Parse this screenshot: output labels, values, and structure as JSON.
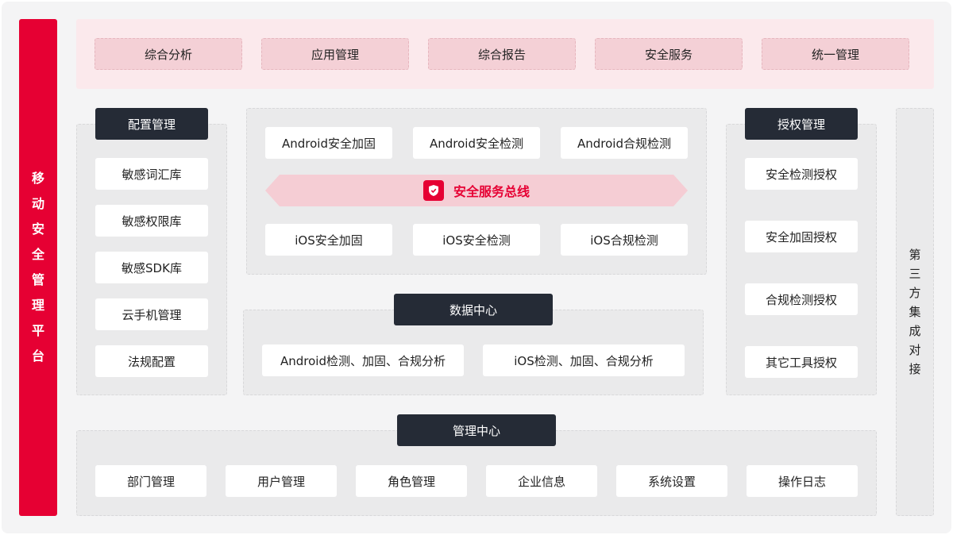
{
  "left_bar": {
    "title_chars": [
      "移",
      "动",
      "安",
      "全",
      "管",
      "理",
      "平",
      "台"
    ],
    "color": "#e60033"
  },
  "top_bar": {
    "items": [
      "综合分析",
      "应用管理",
      "综合报告",
      "安全服务",
      "统一管理"
    ]
  },
  "config": {
    "header": "配置管理",
    "items": [
      "敏感词汇库",
      "敏感权限库",
      "敏感SDK库",
      "云手机管理",
      "法规配置"
    ]
  },
  "center": {
    "android_items": [
      "Android安全加固",
      "Android安全检测",
      "Android合规检测"
    ],
    "bus_label": "安全服务总线",
    "ios_items": [
      "iOS安全加固",
      "iOS安全检测",
      "iOS合规检测"
    ]
  },
  "data_center": {
    "header": "数据中心",
    "items": [
      "Android检测、加固、合规分析",
      "iOS检测、加固、合规分析"
    ]
  },
  "auth": {
    "header": "授权管理",
    "items": [
      "安全检测授权",
      "安全加固授权",
      "合规检测授权",
      "其它工具授权"
    ]
  },
  "third_party": {
    "title_chars": [
      "第",
      "三",
      "方",
      "集",
      "成",
      "对",
      "接"
    ]
  },
  "management": {
    "header": "管理中心",
    "items": [
      "部门管理",
      "用户管理",
      "角色管理",
      "企业信息",
      "系统设置",
      "操作日志"
    ]
  },
  "colors": {
    "accent": "#e60033",
    "dark": "#252b36",
    "pink": "#f4d0d6"
  },
  "icons": {
    "bus": "shield-icon"
  }
}
